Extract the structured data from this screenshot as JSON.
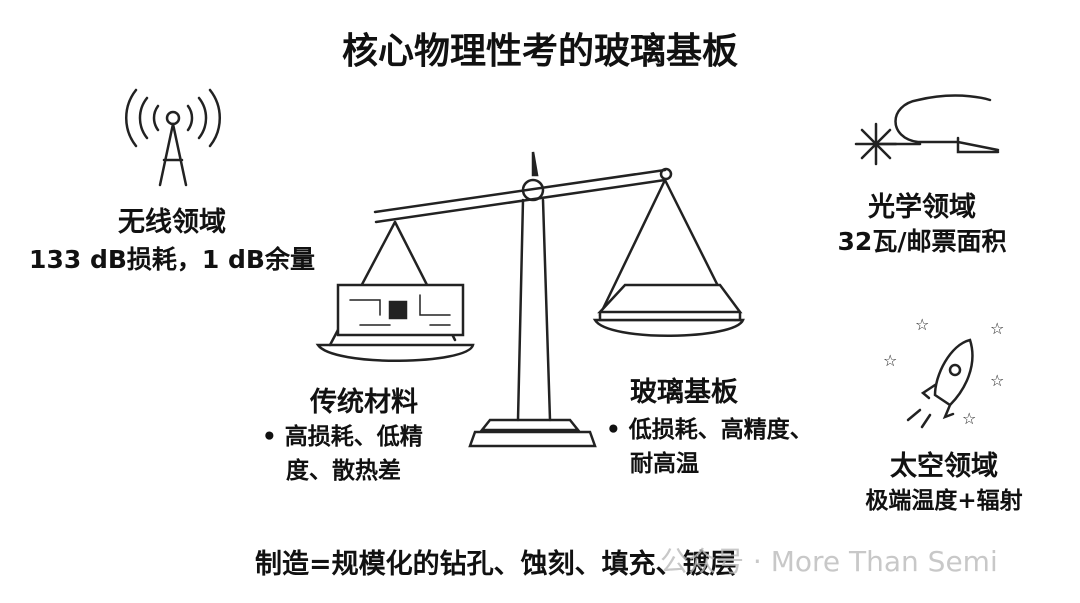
{
  "title": "核心物理性考的玻璃基板",
  "wireless": {
    "heading": "无线领域",
    "detail": "133 dB损耗，1 dB余量",
    "icon": "antenna-icon"
  },
  "optical": {
    "heading": "光学领域",
    "detail": "32瓦/邮票面积",
    "icon": "laser-fiber-icon"
  },
  "space": {
    "heading": "太空领域",
    "detail": "极端温度+辐射",
    "icon": "rocket-icon"
  },
  "traditional": {
    "heading": "传统材料",
    "bullet_line1": "高损耗、低精",
    "bullet_line2": "度、散热差"
  },
  "glass": {
    "heading": "玻璃基板",
    "bullet_line1": "低损耗、高精度、",
    "bullet_line2": "耐高温"
  },
  "footer": "制造=规模化的钻孔、蚀刻、填充、镀层",
  "watermark": "公众号 · More Than Semi"
}
